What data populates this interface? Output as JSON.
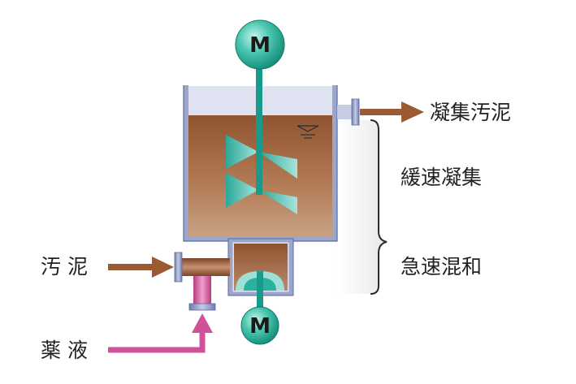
{
  "labels": {
    "coagulated_sludge": "凝集汚泥",
    "slow_flocculation": "緩速凝集",
    "rapid_mixing": "急速混和",
    "sludge": "汚 泥",
    "chemical": "薬 液"
  },
  "motor": {
    "top_letter": "M",
    "bottom_letter": "M"
  },
  "colors": {
    "sludge_brown": "#9c5a32",
    "chemical_magenta": "#d0509a",
    "shaft_teal": "#1a9a8a",
    "tank_frame": "#9aa6cc",
    "bracket_shade": "#eeeeee"
  },
  "icons": {
    "motor": "motor-icon",
    "arrow": "arrow-icon",
    "water_level": "water-level-icon"
  }
}
